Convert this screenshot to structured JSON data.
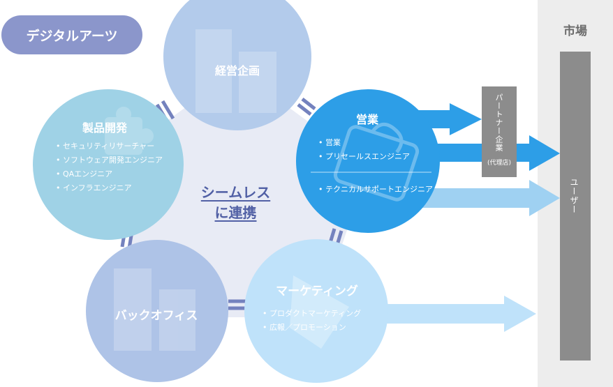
{
  "tag": {
    "label": "デジタルアーツ"
  },
  "center": {
    "line1": "シームレス",
    "line2": "に連携"
  },
  "circles": {
    "management": {
      "title": "経営企画"
    },
    "product": {
      "title": "製品開発",
      "items": [
        "セキュリティリサーチャー",
        "ソフトウェア開発エンジニア",
        "QAエンジニア",
        "インフラエンジニア"
      ]
    },
    "sales": {
      "title": "営業",
      "items": [
        "営業",
        "プリセールスエンジニア"
      ],
      "items2": [
        "テクニカルサポートエンジニア"
      ]
    },
    "marketing": {
      "title": "マーケティング",
      "items": [
        "プロダクトマーケティング",
        "広報／プロモーション"
      ]
    },
    "backoffice": {
      "title": "バックオフィス"
    }
  },
  "market": {
    "title": "市場",
    "user": "ユーザー"
  },
  "partner": {
    "label": "パートナー企業",
    "sub": "(代理店)"
  },
  "colors": {
    "tag": "#8b96cb",
    "pentagon": "#e8ebf5",
    "connector": "#7482be",
    "management": "#b3cbeb",
    "product": "#9fd2e6",
    "sales": "#2d9ee7",
    "marketing": "#bfe2fa",
    "backoffice": "#aec3e7",
    "market_bg": "#ededed",
    "market_bar": "#8c8c8c",
    "arrow_dark": "#2d9ee7",
    "arrow_light": "#9fd1f2"
  }
}
